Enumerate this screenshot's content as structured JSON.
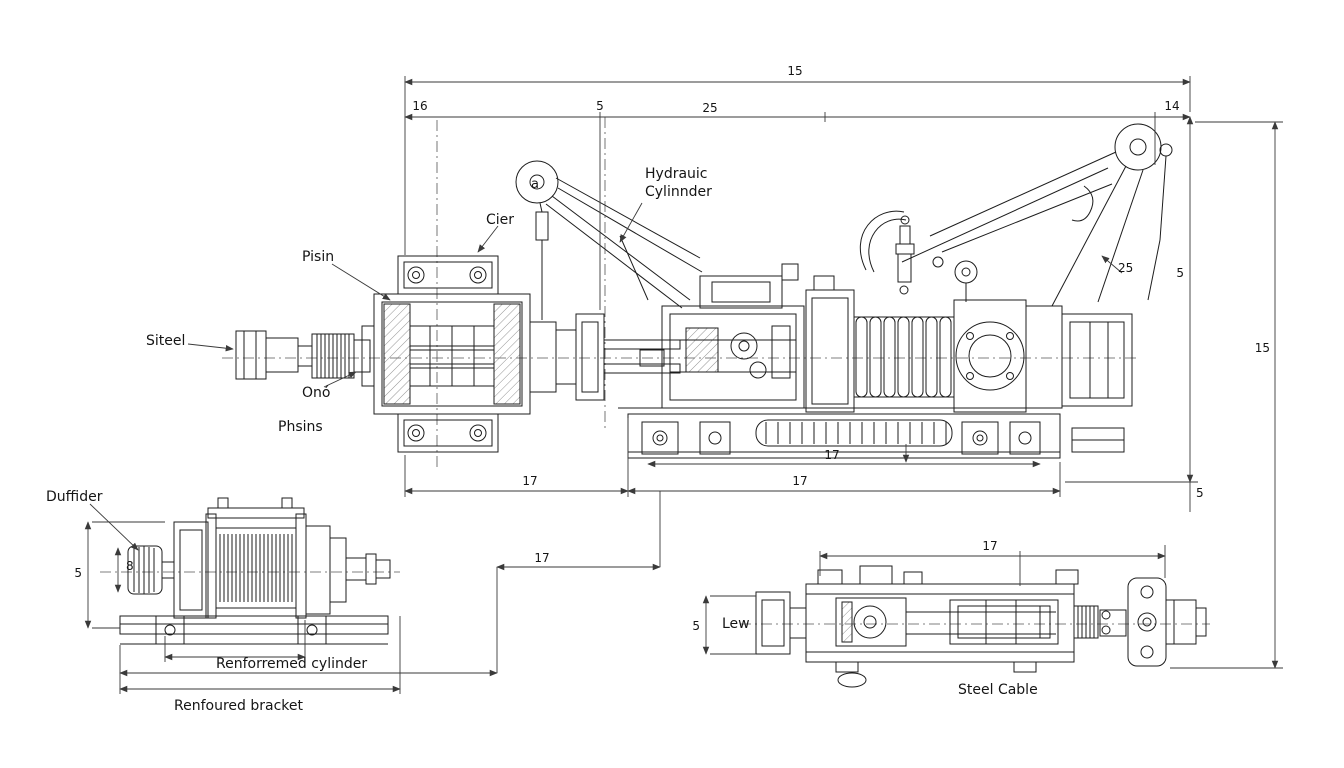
{
  "drawing": {
    "kind": "mechanical-blueprint",
    "background_color": "#ffffff",
    "line_color": "#1d1d1d"
  },
  "labels": {
    "hydraulic_line1": "Hydrauic",
    "hydraulic_line2": "Cylinnder",
    "cier": "Cier",
    "pisin": "Pisin",
    "siteel": "Siteel",
    "ono": "Onó",
    "phsins": "Phsins",
    "pulley_mark": "a",
    "duffider": "Duffider",
    "lew": "Lew",
    "steel_cable": "Steel Cable",
    "reinforced_cylinder": "Renforremed cylinder",
    "reinforced_bracket": "Renfoured bracket"
  },
  "dims": {
    "top_total": "15",
    "top_seg1": "16",
    "top_seg2": "5",
    "top_seg3": "25",
    "top_seg4": "14",
    "arm_len": "25",
    "right_inner_height": "5",
    "right_total_height": "15",
    "base_span_inner": "17",
    "base_span_left": "17",
    "base_span_right": "17",
    "right_lower": "5",
    "step_span": "17",
    "cable_view_span": "17",
    "cable_view_height": "5",
    "winch_height": "5",
    "knob_dim": "8"
  }
}
